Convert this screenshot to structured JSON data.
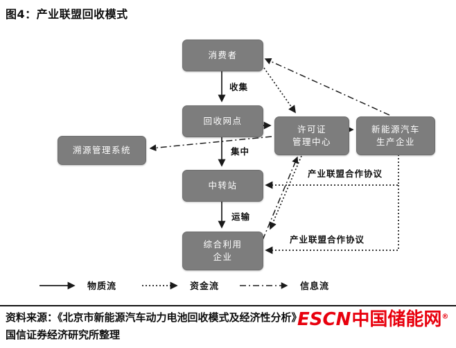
{
  "figure": {
    "title": "图4：产业联盟回收模式"
  },
  "diagram": {
    "nodes": [
      {
        "id": "consumer",
        "lines": [
          "消费者"
        ]
      },
      {
        "id": "recycling-outlet",
        "lines": [
          "回收网点"
        ]
      },
      {
        "id": "traceability-system",
        "lines": [
          "溯源管理系统"
        ]
      },
      {
        "id": "license-center",
        "lines": [
          "许可证",
          "管理中心"
        ]
      },
      {
        "id": "ev-manufacturer",
        "lines": [
          "新能源汽车",
          "生产企业"
        ]
      },
      {
        "id": "transfer-station",
        "lines": [
          "中转站"
        ]
      },
      {
        "id": "utilization-enterprise",
        "lines": [
          "综合利用",
          "企业"
        ]
      }
    ],
    "labels": {
      "collect": "收集",
      "concentrate": "集中",
      "transport": "运输",
      "agreement_upper": "产业联盟合作协议",
      "agreement_lower": "产业联盟合作协议"
    },
    "legend": [
      {
        "style": "solid",
        "label": "物质流"
      },
      {
        "style": "dotted",
        "label": "资金流"
      },
      {
        "style": "dashdot",
        "label": "信息流"
      }
    ]
  },
  "footer": {
    "source_line1": "资料来源：《北京市新能源汽车动力电池回收模式及经济性分析》",
    "source_line2": "国信证券经济研究所整理",
    "watermark_latin": "ESCN",
    "watermark_cjk": "中国储能网",
    "watermark_reg": "®"
  },
  "colors": {
    "box_fill": "#7d7d7d",
    "box_text": "#ffffff",
    "arrow": "#1a1a1a",
    "watermark_red": "#e8000d"
  }
}
